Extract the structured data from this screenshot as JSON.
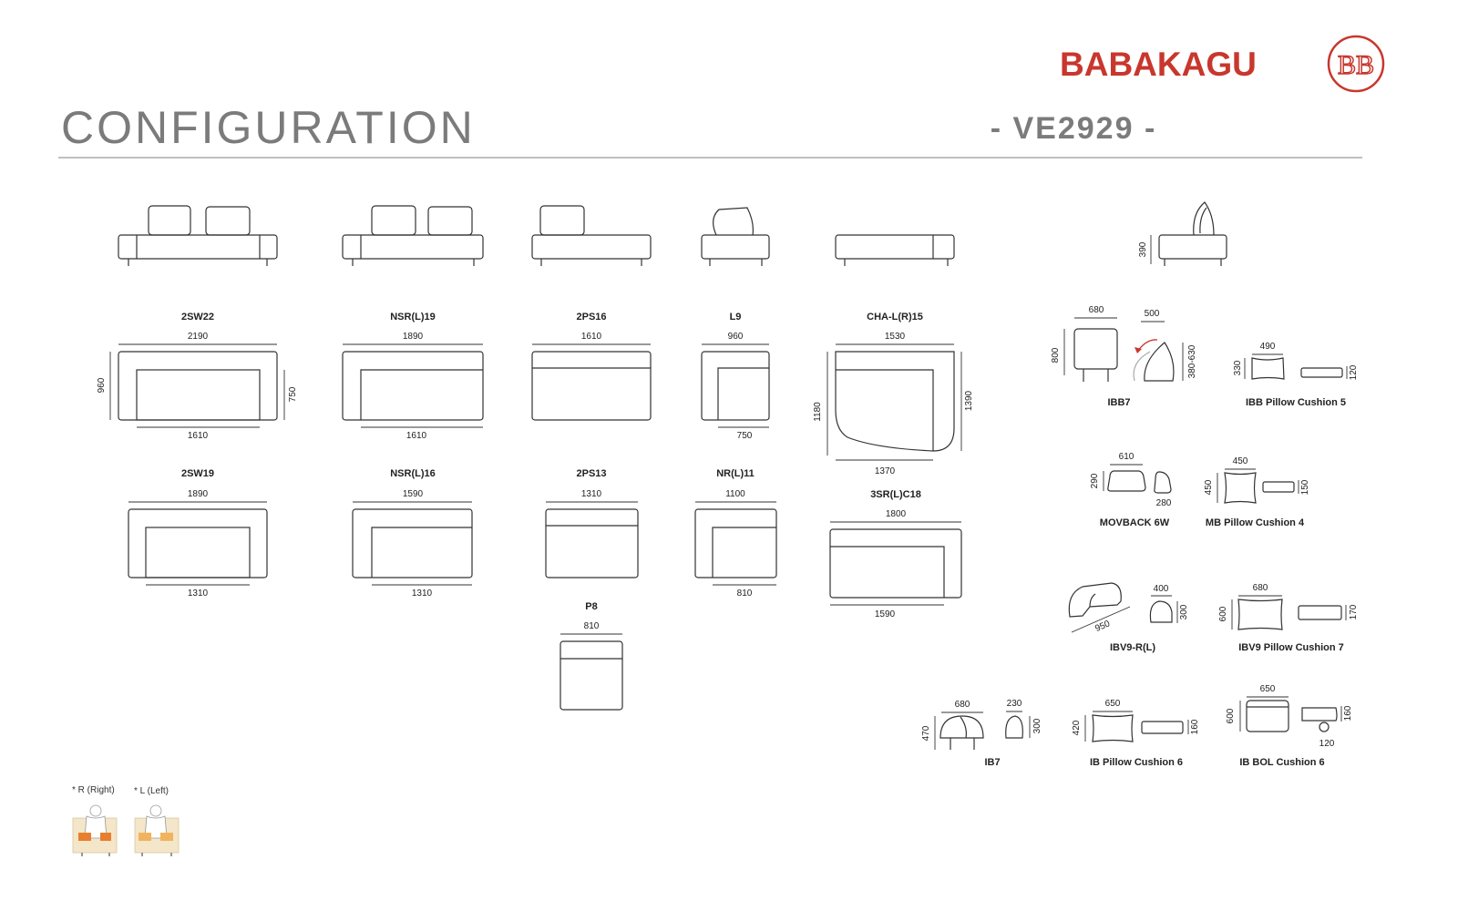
{
  "header": {
    "brand": "BABAKAGU",
    "title": "CONFIGURATION",
    "model": "- VE2929 -",
    "logo_letters": "BB",
    "colors": {
      "brand": "#c8372d",
      "title": "#7b7b7b",
      "line": "#333333",
      "orange": "#e87f2e",
      "cream": "#f4e6c8"
    }
  },
  "modules": [
    {
      "name": "2SW22",
      "top": "2190",
      "bottom": "1610",
      "left": "960",
      "right": "750"
    },
    {
      "name": "NSR(L)19",
      "top": "1890",
      "bottom": "1610"
    },
    {
      "name": "2PS16",
      "top": "1610"
    },
    {
      "name": "L9",
      "top": "960",
      "bottom": "750"
    },
    {
      "name": "CHA-L(R)15",
      "top": "1530",
      "bottom": "1370",
      "left": "1180",
      "right": "1390"
    },
    {
      "name": "2SW19",
      "top": "1890",
      "bottom": "1310"
    },
    {
      "name": "NSR(L)16",
      "top": "1590",
      "bottom": "1310"
    },
    {
      "name": "2PS13",
      "top": "1310"
    },
    {
      "name": "NR(L)11",
      "top": "1100",
      "bottom": "810"
    },
    {
      "name": "3SR(L)C18",
      "top": "1800",
      "bottom": "1590"
    },
    {
      "name": "P8",
      "top": "810"
    }
  ],
  "side_view": {
    "height": "390"
  },
  "accessories": [
    {
      "name": "IBB7",
      "dims": [
        "680",
        "800",
        "500",
        "380-630"
      ]
    },
    {
      "name": "IBB Pillow Cushion 5",
      "dims": [
        "490",
        "330",
        "120"
      ]
    },
    {
      "name": "MOVBACK 6W",
      "dims": [
        "610",
        "290",
        "280"
      ]
    },
    {
      "name": "MB Pillow Cushion 4",
      "dims": [
        "450",
        "450",
        "150"
      ]
    },
    {
      "name": "IBV9-R(L)",
      "dims": [
        "950",
        "400",
        "300"
      ]
    },
    {
      "name": "IBV9 Pillow Cushion 7",
      "dims": [
        "680",
        "600",
        "170"
      ]
    },
    {
      "name": "IB7",
      "dims": [
        "680",
        "470",
        "230",
        "300"
      ]
    },
    {
      "name": "IB Pillow Cushion 6",
      "dims": [
        "650",
        "420",
        "160"
      ]
    },
    {
      "name": "IB BOL Cushion 6",
      "dims": [
        "650",
        "600",
        "160",
        "120"
      ]
    }
  ],
  "legend": {
    "right": "* R (Right)",
    "left": "* L (Left)"
  }
}
